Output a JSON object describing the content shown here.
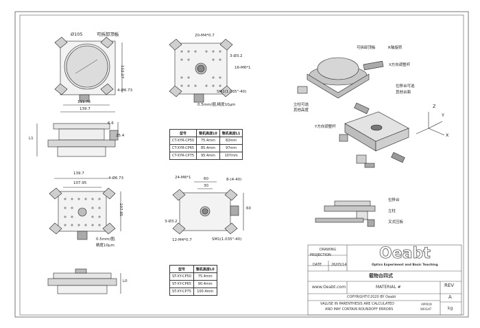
{
  "top_left": {
    "dim_dia": "Ø105",
    "removable_plate": "可拆卸顶板",
    "holes": "4-Ø6.73",
    "dim_h": "112.27",
    "dim_w1": "111.76",
    "dim_w2": "139.7"
  },
  "top_mid": {
    "top_holes": "20-M4*0.7",
    "side_holes": "3-Ø3.2",
    "m6": "16-M6*1",
    "thread": "SM1(1.035\"-40)",
    "resolution": "0.5mm/圈,精度10μm"
  },
  "side_view": {
    "dim_a": "6.6",
    "dim_b": "25.4",
    "dim_l": "L1"
  },
  "table1": {
    "headers": [
      "型号",
      "整机高度L0",
      "整机高度L1"
    ],
    "rows": [
      [
        "CT-XYR-CP50",
        "75.4mm",
        "82mm"
      ],
      [
        "CT-XYR-CP65",
        "85.4mm",
        "97mm"
      ],
      [
        "CT-XYR-CP75",
        "95.4mm",
        "107mm"
      ]
    ]
  },
  "iso": {
    "removable_plate": "可拆卸顶板",
    "r_rotate": "R轴旋转",
    "x_adjust": "X方向调整杆",
    "stage_option": "位移台可选",
    "other_table": "其他台面",
    "post_option": "立柱可选",
    "other_height": "其他高度",
    "y_adjust": "Y方向调整杆",
    "axis_z": "Z",
    "axis_y": "Y",
    "axis_x": "X"
  },
  "bottom_left": {
    "dim_w2": "139.7",
    "dim_w1": "107.95",
    "holes": "4-Ø6.73",
    "dim_h": "107.95",
    "resolution_a": "0.5mm/圈,",
    "resolution_b": "精度10μm"
  },
  "bottom_mid": {
    "m6": "24-M6*1",
    "dim_60": "60",
    "dim_30": "30",
    "m4": "8-(4-40)",
    "dim_side": "60",
    "side_holes": "3-Ø3.2",
    "m4b": "12-M4*0.7",
    "thread": "SM1(1.035\"-40)"
  },
  "side_view2": {
    "dim_l": "L0"
  },
  "table2": {
    "headers": [
      "型号",
      "整机高度L0"
    ],
    "rows": [
      [
        "ST-XY-CP50",
        "75.4mm"
      ],
      [
        "ST-XY-CP65",
        "90.4mm"
      ],
      [
        "ST-XY-CP75",
        "100.4mm"
      ]
    ]
  },
  "right_side": {
    "stage": "位移台",
    "post": "立柱",
    "clamp": "叉式压板"
  },
  "title_block": {
    "drawing": "DRAWING",
    "projection": "PROJECTION",
    "date_label": "DATE",
    "date_value": "26/05/14",
    "logo": "Oeabt",
    "logo_sub": "Optics Experiment and Basic Teaching",
    "title": "载物台四式",
    "website": "www.Oeabt.com",
    "material": "MATERIAL #",
    "rev": "REV",
    "rev_value": "A",
    "copyright": "COPYRIGHT©2020 BY Oeabt",
    "note1": "VALUSE IN PARENTHESIS ARE CALCULATED",
    "note2": "AND MAY CONTAIN ROUNDOFF ERRORS",
    "approx": "APPROX",
    "weight": "WEIGHT",
    "kg": "kg"
  }
}
